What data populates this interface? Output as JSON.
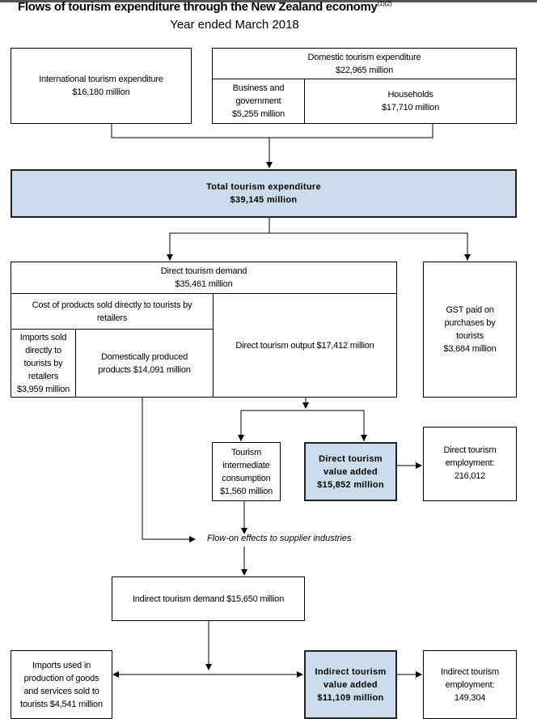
{
  "title": "Flows of tourism expenditure through the New Zealand economy",
  "title_footnotes": "(1)(2)",
  "subtitle": "Year ended March 2018",
  "international": {
    "label": "International tourism expenditure",
    "value": "$16,180 million"
  },
  "domestic": {
    "label": "Domestic tourism expenditure",
    "value": "$22,965 million",
    "business": {
      "l1": "Business and",
      "l2": "government",
      "value": "$5,255 million"
    },
    "households": {
      "label": "Households",
      "value": "$17,710 million"
    }
  },
  "total": {
    "label": "Total tourism expenditure",
    "value": "$39,145 million"
  },
  "direct_demand": {
    "label": "Direct tourism demand",
    "value": "$35,461 million",
    "cost_products": "Cost of products sold directly to tourists by retailers",
    "imports": {
      "l1": "Imports sold",
      "l2": "directly to",
      "l3": "tourists by",
      "l4": "retailers",
      "value": "$3,959 million"
    },
    "domestic_products": {
      "l1": "Domestically produced",
      "l2": "products $14,091 million"
    },
    "direct_output": "Direct tourism output $17,412 million"
  },
  "gst": {
    "l1": "GST paid on",
    "l2": "purchases by",
    "l3": "tourists",
    "value": "$3,684 million"
  },
  "intermediate": {
    "l1": "Tourism",
    "l2": "intermediate",
    "l3": "consumption",
    "value": "$1,560 million"
  },
  "direct_va": {
    "l1": "Direct tourism",
    "l2": "value added",
    "value": "$15,852 million"
  },
  "direct_employment": {
    "l1": "Direct tourism",
    "l2": "employment:",
    "value": "216,012"
  },
  "flow_on": "Flow-on effects to supplier industries",
  "indirect_demand": "Indirect tourism demand $15,650 million",
  "imports_used": {
    "l1": "Imports used in",
    "l2": "production of goods",
    "l3": "and services sold to",
    "l4": "tourists $4,541 million"
  },
  "indirect_va": {
    "l1": "Indirect tourism",
    "l2": "value added",
    "value": "$11,109 million"
  },
  "indirect_employment": {
    "l1": "Indirect tourism",
    "l2": "employment:",
    "value": "149,304"
  },
  "colors": {
    "highlight": "#ccdcec"
  }
}
